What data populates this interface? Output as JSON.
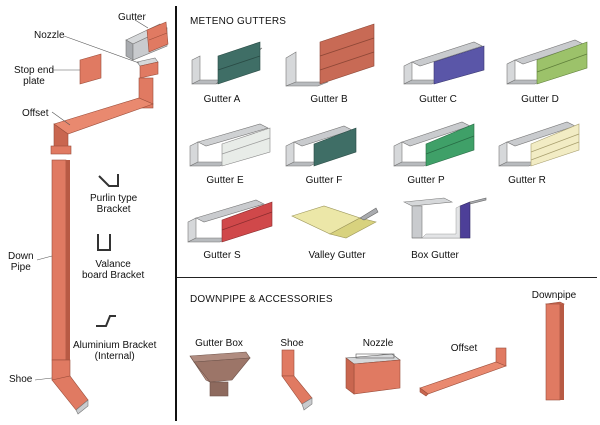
{
  "left_diagram": {
    "labels": {
      "gutter": "Gutter",
      "nozzle": "Nozzle",
      "stop_end_plate": "Stop end\nplate",
      "offset": "Offset",
      "down_pipe": "Down\nPipe",
      "shoe": "Shoe",
      "purlin_bracket": "Purlin type\nBracket",
      "valance_bracket": "Valance\nboard Bracket",
      "aluminium_bracket": "Aluminium Bracket\n(Internal)"
    }
  },
  "gutters_section": {
    "heading": "METENO GUTTERS",
    "items": [
      {
        "label": "Gutter A",
        "color": "#3f6e66"
      },
      {
        "label": "Gutter B",
        "color": "#c86a55"
      },
      {
        "label": "Gutter C",
        "color": "#5a56a8"
      },
      {
        "label": "Gutter D",
        "color": "#9cc26a"
      },
      {
        "label": "Gutter E",
        "color": "#e8ece8"
      },
      {
        "label": "Gutter F",
        "color": "#3f6e66"
      },
      {
        "label": "Gutter P",
        "color": "#3fa068"
      },
      {
        "label": "Gutter R",
        "color": "#f2ecc4"
      },
      {
        "label": "Gutter S",
        "color": "#d0484a"
      },
      {
        "label": "Valley Gutter",
        "color": "#ece7a8"
      },
      {
        "label": "Box Gutter",
        "color": "#4d3f98"
      }
    ]
  },
  "downpipe_section": {
    "heading": "DOWNPIPE & ACCESSORIES",
    "items": [
      {
        "label": "Gutter Box"
      },
      {
        "label": "Shoe"
      },
      {
        "label": "Nozzle"
      },
      {
        "label": "Offset"
      },
      {
        "label": "Downpipe"
      }
    ]
  },
  "colors": {
    "terracotta": "#e07a62",
    "terracotta_dark": "#b85a44",
    "grey": "#c9cbce",
    "grey_dark": "#8d9094"
  }
}
